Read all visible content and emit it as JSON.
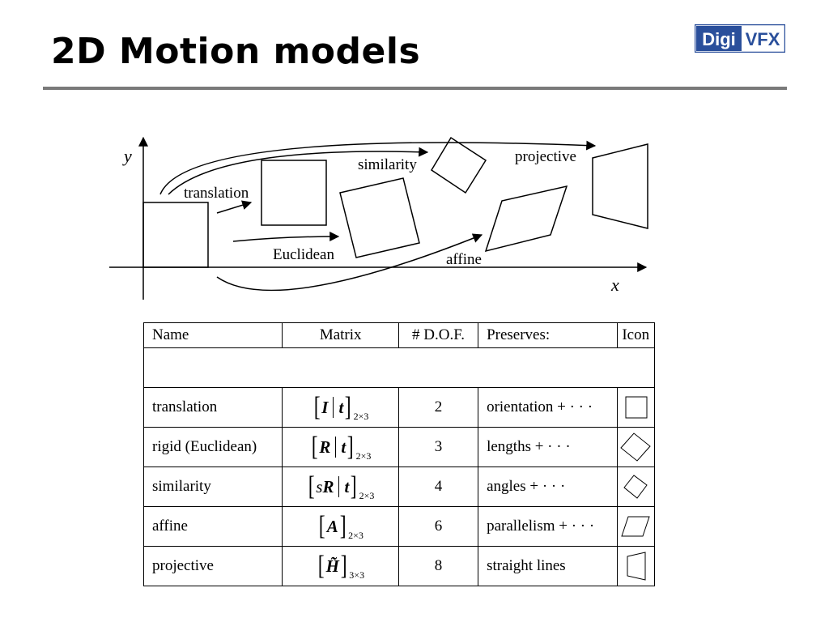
{
  "slide": {
    "title": "2D Motion models",
    "logo": {
      "part1": "Digi",
      "part2": "VFX",
      "accent": "#2a4f9b"
    }
  },
  "diagram": {
    "axis_x": "x",
    "axis_y": "y",
    "labels": {
      "translation": "translation",
      "euclidean": "Euclidean",
      "similarity": "similarity",
      "affine": "affine",
      "projective": "projective"
    }
  },
  "table": {
    "headers": [
      "Name",
      "Matrix",
      "# D.O.F.",
      "Preserves:",
      "Icon"
    ],
    "rows": [
      {
        "name": "translation",
        "m1": "I",
        "m2": "t",
        "scale": "",
        "sub": "2×3",
        "dof": "2",
        "preserves": "orientation + · · ·",
        "icon": "square-icon"
      },
      {
        "name": "rigid (Euclidean)",
        "m1": "R",
        "m2": "t",
        "scale": "",
        "sub": "2×3",
        "dof": "3",
        "preserves": "lengths + · · ·",
        "icon": "rotated-square-icon"
      },
      {
        "name": "similarity",
        "m1": "R",
        "m2": "t",
        "scale": "s",
        "sub": "2×3",
        "dof": "4",
        "preserves": "angles + · · ·",
        "icon": "small-diamond-icon"
      },
      {
        "name": "affine",
        "m1": "A",
        "m2": "",
        "scale": "",
        "sub": "2×3",
        "dof": "6",
        "preserves": "parallelism + · · ·",
        "icon": "parallelogram-icon"
      },
      {
        "name": "projective",
        "m1": "H̃",
        "m2": "",
        "scale": "",
        "sub": "3×3",
        "dof": "8",
        "preserves": "straight lines",
        "icon": "trapezoid-icon"
      }
    ]
  }
}
